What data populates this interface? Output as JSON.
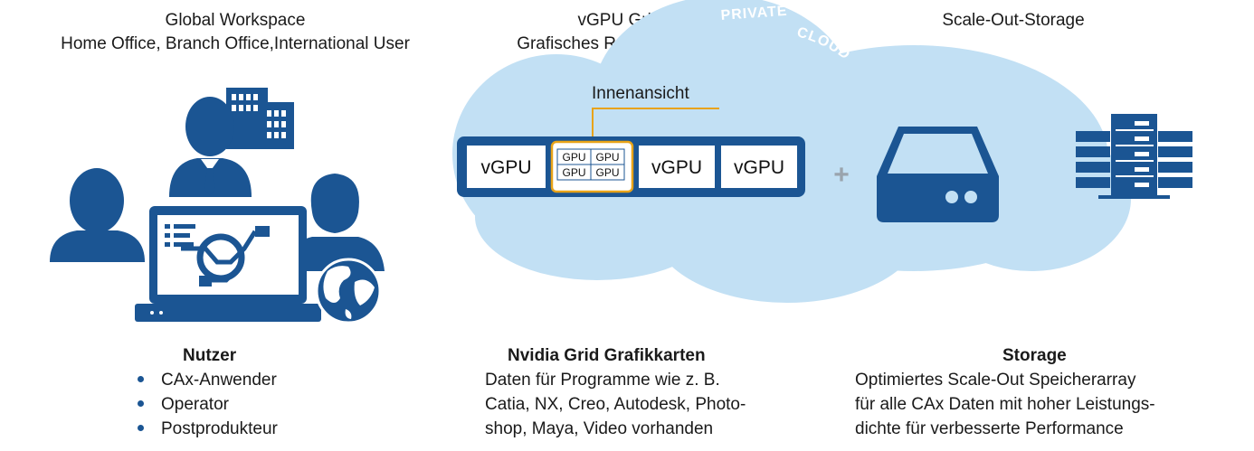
{
  "header": {
    "left_line1": "Global Workspace",
    "left_line2": "Home Office, Branch Office,International User",
    "center_line1": "vGPU Grid+",
    "center_line2": "Grafisches Remote Protocol",
    "right_line1": "Scale-Out-Storage"
  },
  "cloud": {
    "label": "PRIVATE CLOUD",
    "callout": "Innenansicht",
    "vgpu_label": "vGPU",
    "gpu_label": "GPU",
    "plus": "+"
  },
  "sections": {
    "users": {
      "title": "Nutzer",
      "bullets": [
        "CAx-Anwender",
        "Operator",
        "Postprodukteur"
      ]
    },
    "grid": {
      "title": "Nvidia Grid Grafikkarten",
      "lines": [
        "Daten für Programme wie z. B.",
        "Catia, NX, Creo, Autodesk, Photo-",
        "shop, Maya, Video vorhanden"
      ]
    },
    "storage": {
      "title": "Storage",
      "lines": [
        "Optimiertes Scale-Out Speicherarray",
        "für alle CAx Daten mit hoher Leistungs-",
        "dichte für verbesserte Performance"
      ]
    }
  },
  "colors": {
    "primary": "#1b5593",
    "cloud": "#c2e0f4",
    "accent": "#e8a318",
    "plus": "#9aa4ad"
  },
  "icons": [
    "people-icon",
    "office-building-icon",
    "laptop-icon",
    "globe-icon",
    "hard-drive-icon",
    "server-rack-icon"
  ]
}
